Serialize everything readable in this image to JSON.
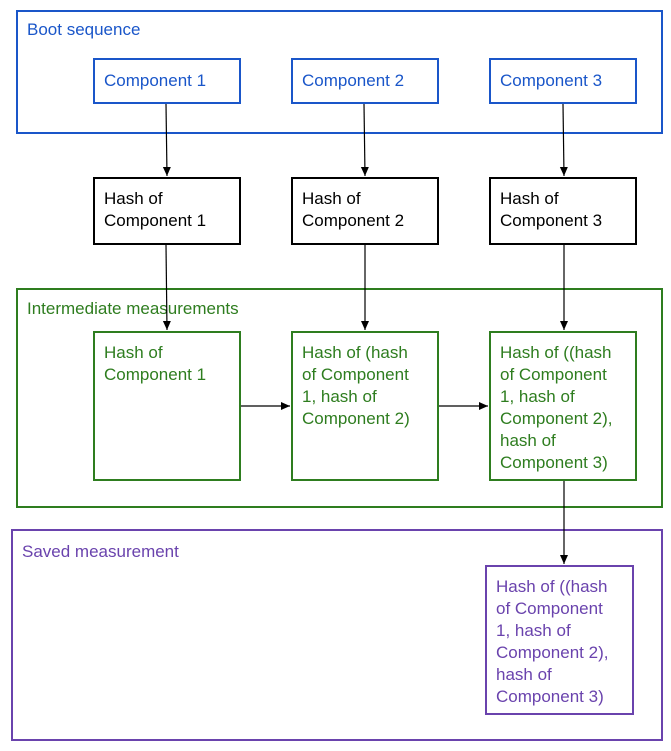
{
  "colors": {
    "boot": "#1a56c9",
    "hash": "#000000",
    "intermediate": "#2e7d1f",
    "saved": "#6a43ad",
    "arrow": "#000000"
  },
  "groups": {
    "boot_sequence": {
      "title": "Boot sequence"
    },
    "intermediate_measurements": {
      "title": "Intermediate measurements"
    },
    "saved_measurement": {
      "title": "Saved measurement"
    }
  },
  "boot_components": [
    {
      "label": "Component 1"
    },
    {
      "label": "Component 2"
    },
    {
      "label": "Component 3"
    }
  ],
  "hashes": [
    {
      "label": "Hash of\nComponent 1"
    },
    {
      "label": "Hash of\nComponent 2"
    },
    {
      "label": "Hash of\nComponent 3"
    }
  ],
  "intermediate": [
    {
      "label": "Hash of\nComponent 1"
    },
    {
      "label": "Hash of (hash\nof Component\n1, hash of\nComponent 2)"
    },
    {
      "label": "Hash of ((hash\nof Component\n1, hash of\nComponent 2),\nhash of\nComponent 3)"
    }
  ],
  "saved": {
    "label": "Hash of ((hash\nof Component\n1, hash of\nComponent 2),\nhash of\nComponent 3)"
  }
}
